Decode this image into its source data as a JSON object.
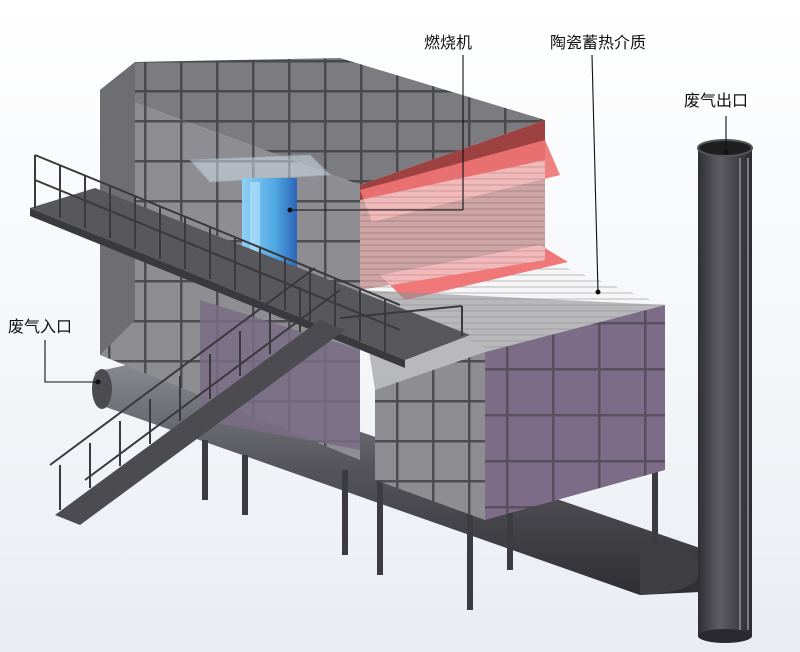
{
  "labels": {
    "burner": "燃烧机",
    "ceramic_media": "陶瓷蓄热介质",
    "exhaust_outlet": "废气出口",
    "exhaust_inlet": "废气入口"
  },
  "colors": {
    "frame": "#5a5a5f",
    "panel": "#8b8b90",
    "panel_purple": "#7c6c86",
    "chamber_back": "#9c3f3f",
    "media_band": "#ee6f6f",
    "burner": "#5ab0e6",
    "steel": "#3a3a3e"
  }
}
